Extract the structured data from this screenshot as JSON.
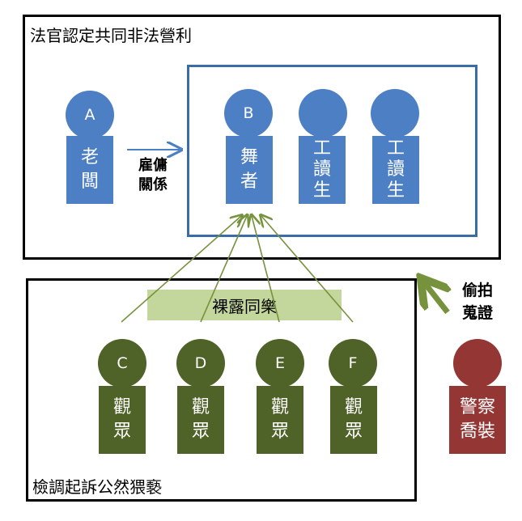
{
  "top_frame": {
    "title": "法官認定共同非法營利"
  },
  "bottom_frame": {
    "title": "檢調起訴公然猥褻"
  },
  "persons": {
    "boss": {
      "letter": "A",
      "role": [
        "老",
        "闆"
      ]
    },
    "dancer": {
      "letter": "B",
      "role": [
        "舞",
        "者"
      ]
    },
    "worker1": {
      "letter": "",
      "role": [
        "工",
        "讀",
        "生"
      ]
    },
    "worker2": {
      "letter": "",
      "role": [
        "工",
        "讀",
        "生"
      ]
    },
    "viewer_c": {
      "letter": "C",
      "role": [
        "觀",
        "眾"
      ]
    },
    "viewer_d": {
      "letter": "D",
      "role": [
        "觀",
        "眾"
      ]
    },
    "viewer_e": {
      "letter": "E",
      "role": [
        "觀",
        "眾"
      ]
    },
    "viewer_f": {
      "letter": "F",
      "role": [
        "觀",
        "眾"
      ]
    },
    "police": {
      "letter": "",
      "role": [
        "警察",
        "喬裝"
      ]
    }
  },
  "employment_label": [
    "雇傭",
    "關係"
  ],
  "banner": {
    "text": "裸露同樂"
  },
  "evidence_label": [
    "偷拍",
    "蒐證"
  ],
  "colors": {
    "blue": "#4d7fc4",
    "green": "#4f6228",
    "red": "#943634",
    "banner": "#c3d69b",
    "arrow_green": "#76923c",
    "frame_blue": "#3a6da8"
  }
}
